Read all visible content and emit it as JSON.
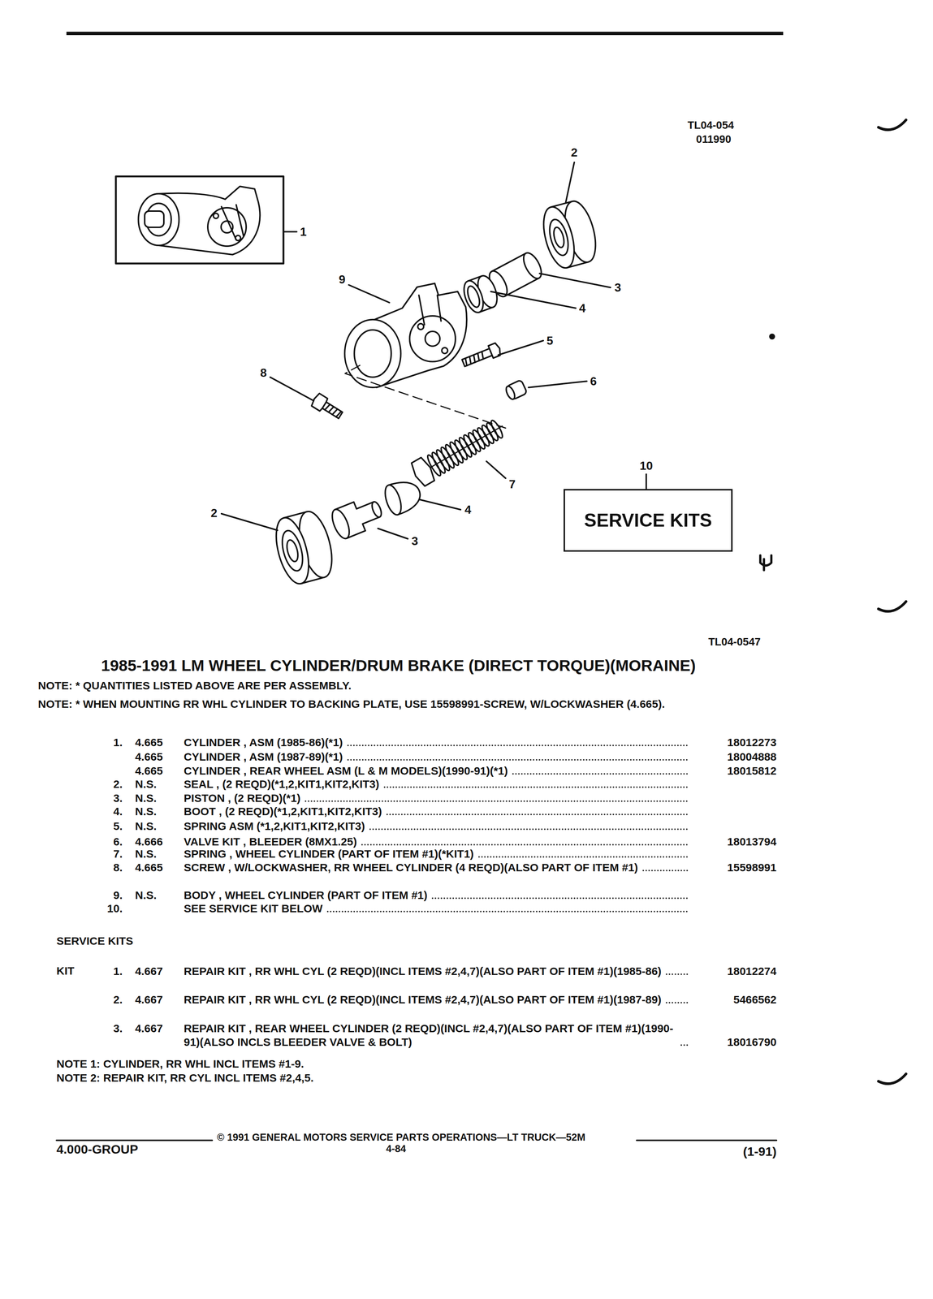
{
  "diagram": {
    "title": "1985-1991 LM WHEEL CYLINDER/DRUM BRAKE (DIRECT TORQUE)(MORAINE)",
    "nodes": [
      {
        "text": [
          "SERVICE KITS"
        ]
      }
    ],
    "labels": [
      "TL04-054",
      "011990",
      "1",
      "2",
      "9",
      "3",
      "4",
      "5",
      "6",
      "8",
      "7",
      "10",
      "2",
      "4",
      "3",
      "TL04-0547",
      "NOTE: * QUANTITIES LISTED ABOVE ARE PER ASSEMBLY.",
      "NOTE: * WHEN MOUNTING RR WHL CYLINDER TO BACKING PLATE, USE 15598991-SCREW, W/LOCKWASHER (4.665).",
      "1.",
      "4.665",
      "CYLINDER , ASM (1985-86)(*1)",
      "18012273",
      "4.665",
      "CYLINDER , ASM (1987-89)(*1)",
      "18004888",
      "4.665",
      "CYLINDER , REAR WHEEL ASM (L & M MODELS)(1990-91)(*1)",
      "18015812",
      "2.",
      "N.S.",
      "SEAL , (2 REQD)(*1,2,KIT1,KIT2,KIT3)",
      "3.",
      "N.S.",
      "PISTON , (2 REQD)(*1)",
      "4.",
      "N.S.",
      "BOOT , (2 REQD)(*1,2,KIT1,KIT2,KIT3)",
      "5.",
      "N.S.",
      "SPRING ASM (*1,2,KIT1,KIT2,KIT3)",
      "6.",
      "4.666",
      "VALVE KIT , BLEEDER (8MX1.25)",
      "18013794",
      "7.",
      "N.S.",
      "SPRING , WHEEL CYLINDER (PART OF ITEM #1)(*KIT1)",
      "8.",
      "4.665",
      "SCREW , W/LOCKWASHER, RR WHEEL CYLINDER (4 REQD)(ALSO PART OF ITEM #1)",
      "15598991",
      "9.",
      "N.S.",
      "BODY , WHEEL CYLINDER (PART OF ITEM #1)",
      "10.",
      "SEE SERVICE KIT BELOW",
      "SERVICE KITS",
      "KIT",
      "1.",
      "4.667",
      "REPAIR KIT , RR WHL CYL (2 REQD)(INCL ITEMS #2,4,7)(ALSO PART OF ITEM #1)(1985-86)",
      "18012274",
      "2.",
      "4.667",
      "REPAIR KIT , RR WHL CYL (2 REQD)(INCL ITEMS #2,4,7)(ALSO PART OF ITEM #1)(1987-89)",
      "5466562",
      "3.",
      "4.667",
      "REPAIR KIT , REAR WHEEL CYLINDER (2 REQD)(INCL #2,4,7)(ALSO PART OF ITEM #1)(1990-91)(ALSO INCLS BLEEDER VALVE & BOLT)",
      "18016790",
      "NOTE 1: CYLINDER, RR WHL INCL ITEMS #1-9.",
      "NOTE 2: REPAIR KIT, RR CYL INCL ITEMS #2,4,5.",
      "4.000-GROUP",
      "© 1991 GENERAL MOTORS SERVICE PARTS OPERATIONS—LT TRUCK—52M",
      "4-84",
      "(1-91)"
    ]
  }
}
